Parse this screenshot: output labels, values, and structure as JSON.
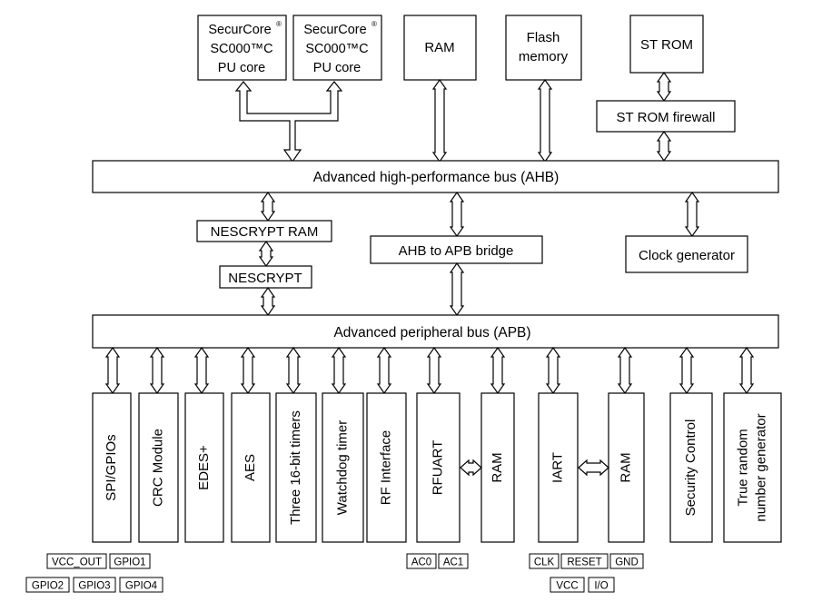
{
  "cpu_cores": [
    {
      "line1": "SecurCore",
      "reg": "®",
      "line2": "SC000™C",
      "line3": "PU core"
    },
    {
      "line1": "SecurCore",
      "reg": "®",
      "line2": "SC000™C",
      "line3": "PU core"
    }
  ],
  "ram_top": "RAM",
  "flash": {
    "line1": "Flash",
    "line2": "memory"
  },
  "st_rom": "ST ROM",
  "st_rom_firewall": "ST ROM firewall",
  "ahb": "Advanced high-performance bus (AHB)",
  "nescrypt_ram": "NESCRYPT RAM",
  "nescrypt": "NESCRYPT",
  "ahb_apb_bridge": "AHB to APB bridge",
  "clock_generator": "Clock generator",
  "apb": "Advanced peripheral bus (APB)",
  "peripherals": [
    {
      "id": "spi-gpios",
      "lines": [
        "SPI/GPIOs"
      ]
    },
    {
      "id": "crc-module",
      "lines": [
        "CRC Module"
      ]
    },
    {
      "id": "edes",
      "lines": [
        "EDES+"
      ]
    },
    {
      "id": "aes",
      "lines": [
        "AES"
      ]
    },
    {
      "id": "timers",
      "lines": [
        "Three 16-bit timers"
      ]
    },
    {
      "id": "watchdog",
      "lines": [
        "Watchdog timer"
      ]
    },
    {
      "id": "rf-interface",
      "lines": [
        "RF Interface"
      ]
    },
    {
      "id": "rfuart",
      "lines": [
        "RFUART"
      ]
    },
    {
      "id": "rfuart-ram",
      "lines": [
        "RAM"
      ]
    },
    {
      "id": "iart",
      "lines": [
        "IART"
      ]
    },
    {
      "id": "iart-ram",
      "lines": [
        "RAM"
      ]
    },
    {
      "id": "security-control",
      "lines": [
        "Security Control"
      ]
    },
    {
      "id": "trng",
      "lines": [
        "True random",
        "number generator"
      ]
    }
  ],
  "pins": {
    "spi": [
      "VCC_OUT",
      "GPIO1",
      "GPIO2",
      "GPIO3",
      "GPIO4"
    ],
    "rf": [
      "AC0",
      "AC1"
    ],
    "iso": [
      "CLK",
      "RESET",
      "GND",
      "VCC",
      "I/O"
    ]
  }
}
